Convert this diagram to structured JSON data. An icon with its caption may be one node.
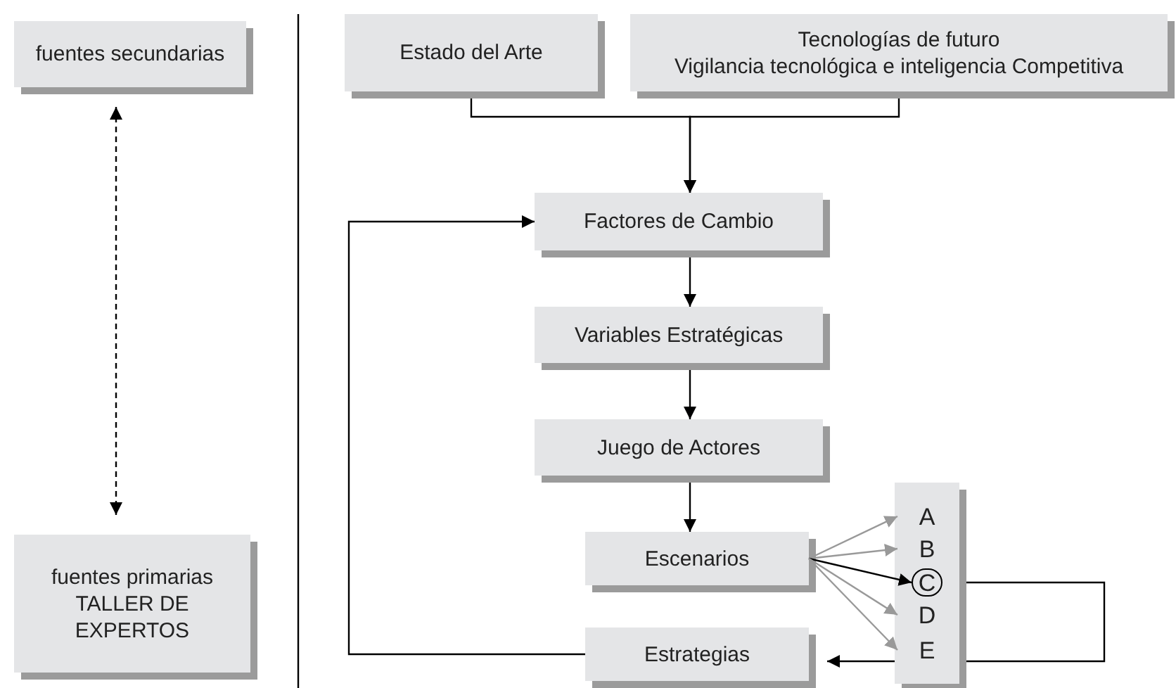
{
  "diagram": {
    "nodes": [
      {
        "text": [
          "fuentes secundarias"
        ]
      },
      {
        "text": [
          "fuentes primarias",
          "TALLER DE EXPERTOS"
        ]
      },
      {
        "text": [
          "Estado del Arte"
        ]
      },
      {
        "text": [
          "Tecnologías de futuro",
          "Vigilancia tecnológica e inteligencia Competitiva"
        ]
      },
      {
        "text": [
          "Factores de Cambio"
        ]
      },
      {
        "text": [
          "Variables Estratégicas"
        ]
      },
      {
        "text": [
          "Juego de Actores"
        ]
      },
      {
        "text": [
          "Escenarios"
        ]
      },
      {
        "text": [
          "Estrategias"
        ]
      },
      {
        "text": [],
        "shape": "bar"
      },
      {
        "text": [
          "A"
        ],
        "in": 9
      },
      {
        "text": [
          "B"
        ],
        "in": 9
      },
      {
        "text": [
          "C"
        ],
        "in": 9
      },
      {
        "text": [
          "D"
        ],
        "in": 9
      },
      {
        "text": [
          "E"
        ],
        "in": 9
      }
    ],
    "edges": [
      {
        "from": 0,
        "to": 1,
        "arrow": "both",
        "style": "dashed"
      },
      {
        "from": 2,
        "to": 4,
        "arrow": "to"
      },
      {
        "from": 3,
        "to": 4,
        "arrow": "to"
      },
      {
        "from": 4,
        "to": 5,
        "arrow": "to"
      },
      {
        "from": 5,
        "to": 6,
        "arrow": "to"
      },
      {
        "from": 6,
        "to": 7,
        "arrow": "to"
      },
      {
        "from": 7,
        "to": 10,
        "arrow": "to",
        "color": "#999999"
      },
      {
        "from": 7,
        "to": 11,
        "arrow": "to",
        "color": "#999999"
      },
      {
        "from": 7,
        "to": 12,
        "arrow": "to"
      },
      {
        "from": 7,
        "to": 13,
        "arrow": "to",
        "color": "#999999"
      },
      {
        "from": 7,
        "to": 14,
        "arrow": "to",
        "color": "#999999"
      },
      {
        "from": 12,
        "to": 8,
        "arrow": "to"
      },
      {
        "from": 8,
        "to": 4,
        "arrow": "to"
      }
    ]
  }
}
